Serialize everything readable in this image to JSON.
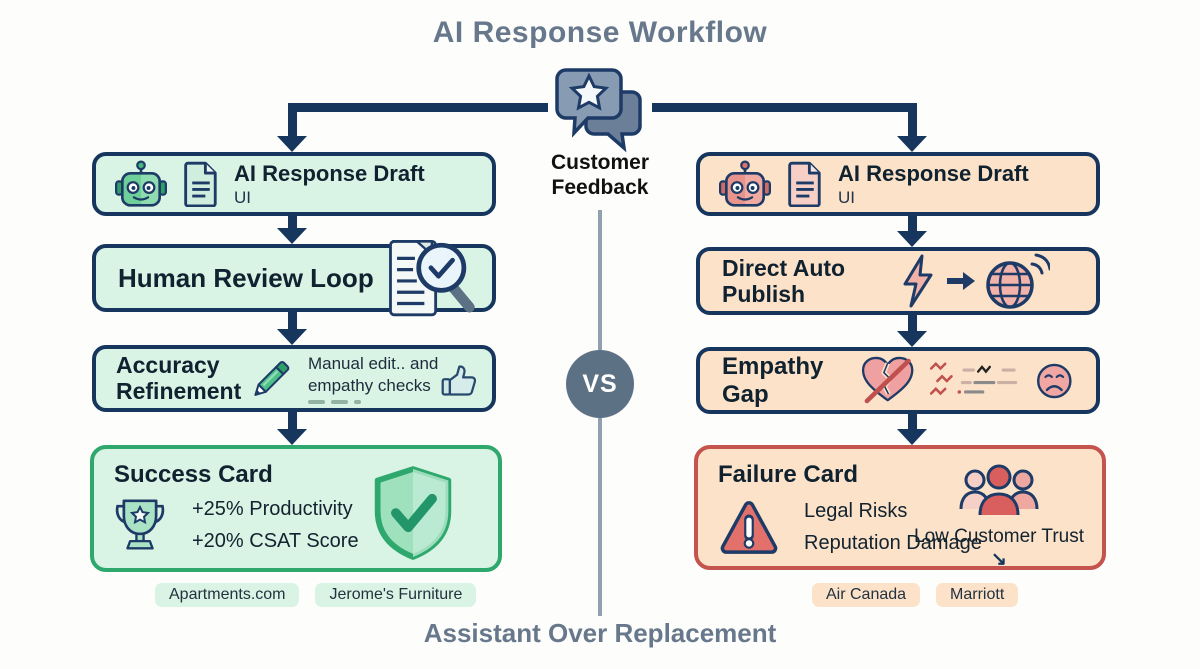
{
  "title": "AI Response Workflow",
  "footer": "Assistant Over Replacement",
  "center": {
    "feedback_label": "Customer Feedback",
    "vs": "VS"
  },
  "left": {
    "box1": {
      "title": "AI Response Draft",
      "subtitle": "UI"
    },
    "box2": {
      "title": "Human Review Loop"
    },
    "box3": {
      "title": "Accuracy Refinement",
      "note": "Manual edit.. and empathy checks"
    },
    "card": {
      "title": "Success Card",
      "metric1": "+25% Productivity",
      "metric2": "+20% CSAT Score"
    },
    "badge1": "Apartments.com",
    "badge2": "Jerome's Furniture"
  },
  "right": {
    "box1": {
      "title": "AI Response Draft",
      "subtitle": "UI"
    },
    "box2": {
      "title": "Direct Auto Publish"
    },
    "box3": {
      "title": "Empathy Gap"
    },
    "card": {
      "title": "Failure Card",
      "risk1": "Legal Risks",
      "risk2": "Reputation Damage",
      "side": "Low Customer Trust",
      "trend": "↘"
    },
    "badge1": "Air Canada",
    "badge2": "Marriott"
  },
  "colors": {
    "navy": "#17365e",
    "heading_gray": "#68788c",
    "green_bg": "#d9f3e5",
    "green_border": "#2fa86d",
    "peach_bg": "#fbe2c9",
    "red_border": "#c5534e",
    "slate_vs": "#5d7185",
    "red_accent": "#c0504d"
  },
  "icons": {
    "customer-feedback-icon": "two chat bubbles with star",
    "robot-icon": "robot head",
    "document-icon": "document page",
    "doc-magnifier-icon": "document with magnifier check",
    "pencil-icon": "green pencil",
    "thumbs-up-icon": "thumb up",
    "trophy-icon": "trophy with star",
    "shield-check-icon": "shield with checkmark",
    "lightning-icon": "lightning bolt",
    "arrow-right-icon": "right arrow",
    "globe-icon": "globe with broadcast waves",
    "broken-heart-icon": "broken heart crossed out",
    "noise-squiggles-icon": "angry scribble lines",
    "sad-face-icon": "sad face",
    "warning-triangle-icon": "warning triangle",
    "people-group-icon": "three customers",
    "trend-down-icon": "↘"
  }
}
